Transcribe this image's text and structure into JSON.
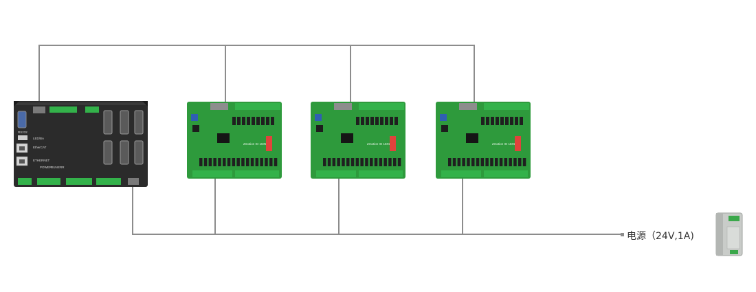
{
  "controller": {
    "port_labels": [
      "RS232",
      "LED/BA",
      "EtherCAT",
      "ETHERNET",
      "POWER",
      "RUN",
      "ERR"
    ]
  },
  "io_boards": [
    {
      "label": "Zmotion IO 16IN"
    },
    {
      "label": "Zmotion IO 16IN"
    },
    {
      "label": "Zmotion IO 16IN"
    }
  ],
  "power_supply": {
    "label": "电源（24V,1A)"
  },
  "colors": {
    "wire": "#8c8c8c",
    "controller_body": "#2b2b2b",
    "pcb_green": "#2e9a3c",
    "terminal_green": "#33b24a",
    "power_supply_body": "#c9ccc9"
  }
}
